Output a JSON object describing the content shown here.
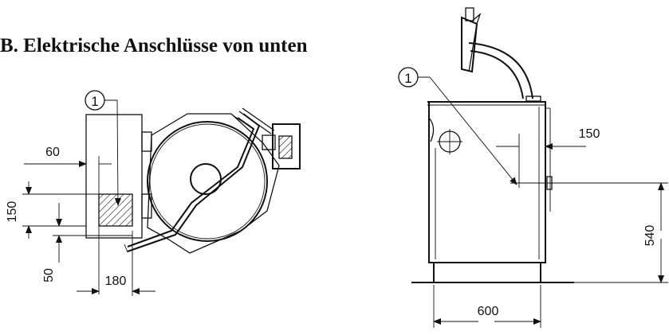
{
  "heading": "B. Elektrische Anschlüsse von unten",
  "top_view": {
    "marker": "1",
    "dim_60": "60",
    "dim_150": "150",
    "dim_50": "50",
    "dim_180": "180"
  },
  "side_view": {
    "marker": "1",
    "dim_150": "150",
    "dim_540": "540",
    "dim_600": "600"
  }
}
